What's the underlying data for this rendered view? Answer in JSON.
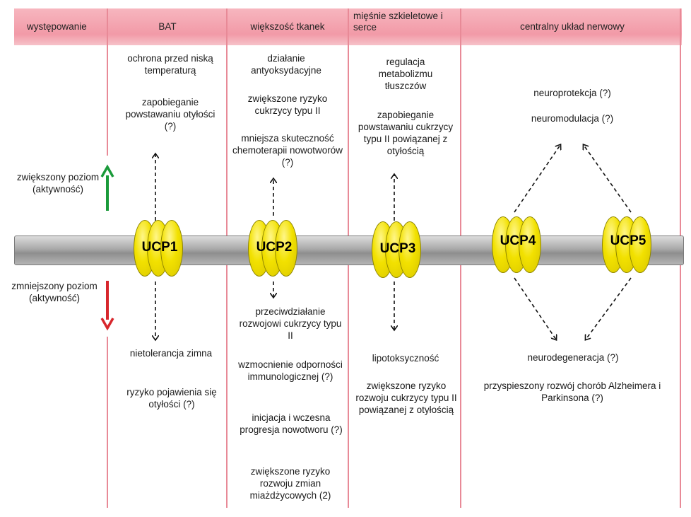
{
  "header": {
    "col0": "występowanie",
    "col1": "BAT",
    "col2": "większość tkanek",
    "col3": "mięśnie szkieletowe i serce",
    "col4": "centralny układ nerwowy"
  },
  "legend": {
    "increased": "zwiększony poziom (aktywność)",
    "decreased": "zmniejszony poziom (aktywność)",
    "up_arrow_color": "#1a9a3a",
    "down_arrow_color": "#d7262c"
  },
  "proteins": [
    "UCP1",
    "UCP2",
    "UCP3",
    "UCP4",
    "UCP5"
  ],
  "ucp1": {
    "up": [
      "ochrona przed niską temperaturą",
      "zapobieganie powstawaniu otyłości (?)"
    ],
    "down": [
      "nietolerancja zimna",
      "ryzyko pojawienia się otyłości (?)"
    ]
  },
  "ucp2": {
    "up": [
      "działanie antyoksydacyjne",
      "zwiększone ryzyko cukrzycy typu II",
      "mniejsza skuteczność chemoterapii nowotworów (?)"
    ],
    "down": [
      "przeciwdziałanie rozwojowi cukrzycy typu II",
      "wzmocnienie odporności immunologicznej (?)",
      "inicjacja i wczesna progresja nowotworu (?)",
      "zwiększone ryzyko rozwoju zmian miażdżycowych (2)"
    ]
  },
  "ucp3": {
    "up": [
      "regulacja metabolizmu tłuszczów",
      "zapobieganie powstawaniu cukrzycy typu II powiązanej z otyłością"
    ],
    "down": [
      "lipotoksyczność",
      "zwiększone ryzyko rozwoju cukrzycy typu II powiązanej z otyłością"
    ]
  },
  "cns": {
    "up": [
      "neuroprotekcja (?)",
      "neuromodulacja (?)"
    ],
    "down": [
      "neurodegeneracja (?)",
      "przyspieszony rozwój chorób Alzheimera i Parkinsona (?)"
    ]
  }
}
